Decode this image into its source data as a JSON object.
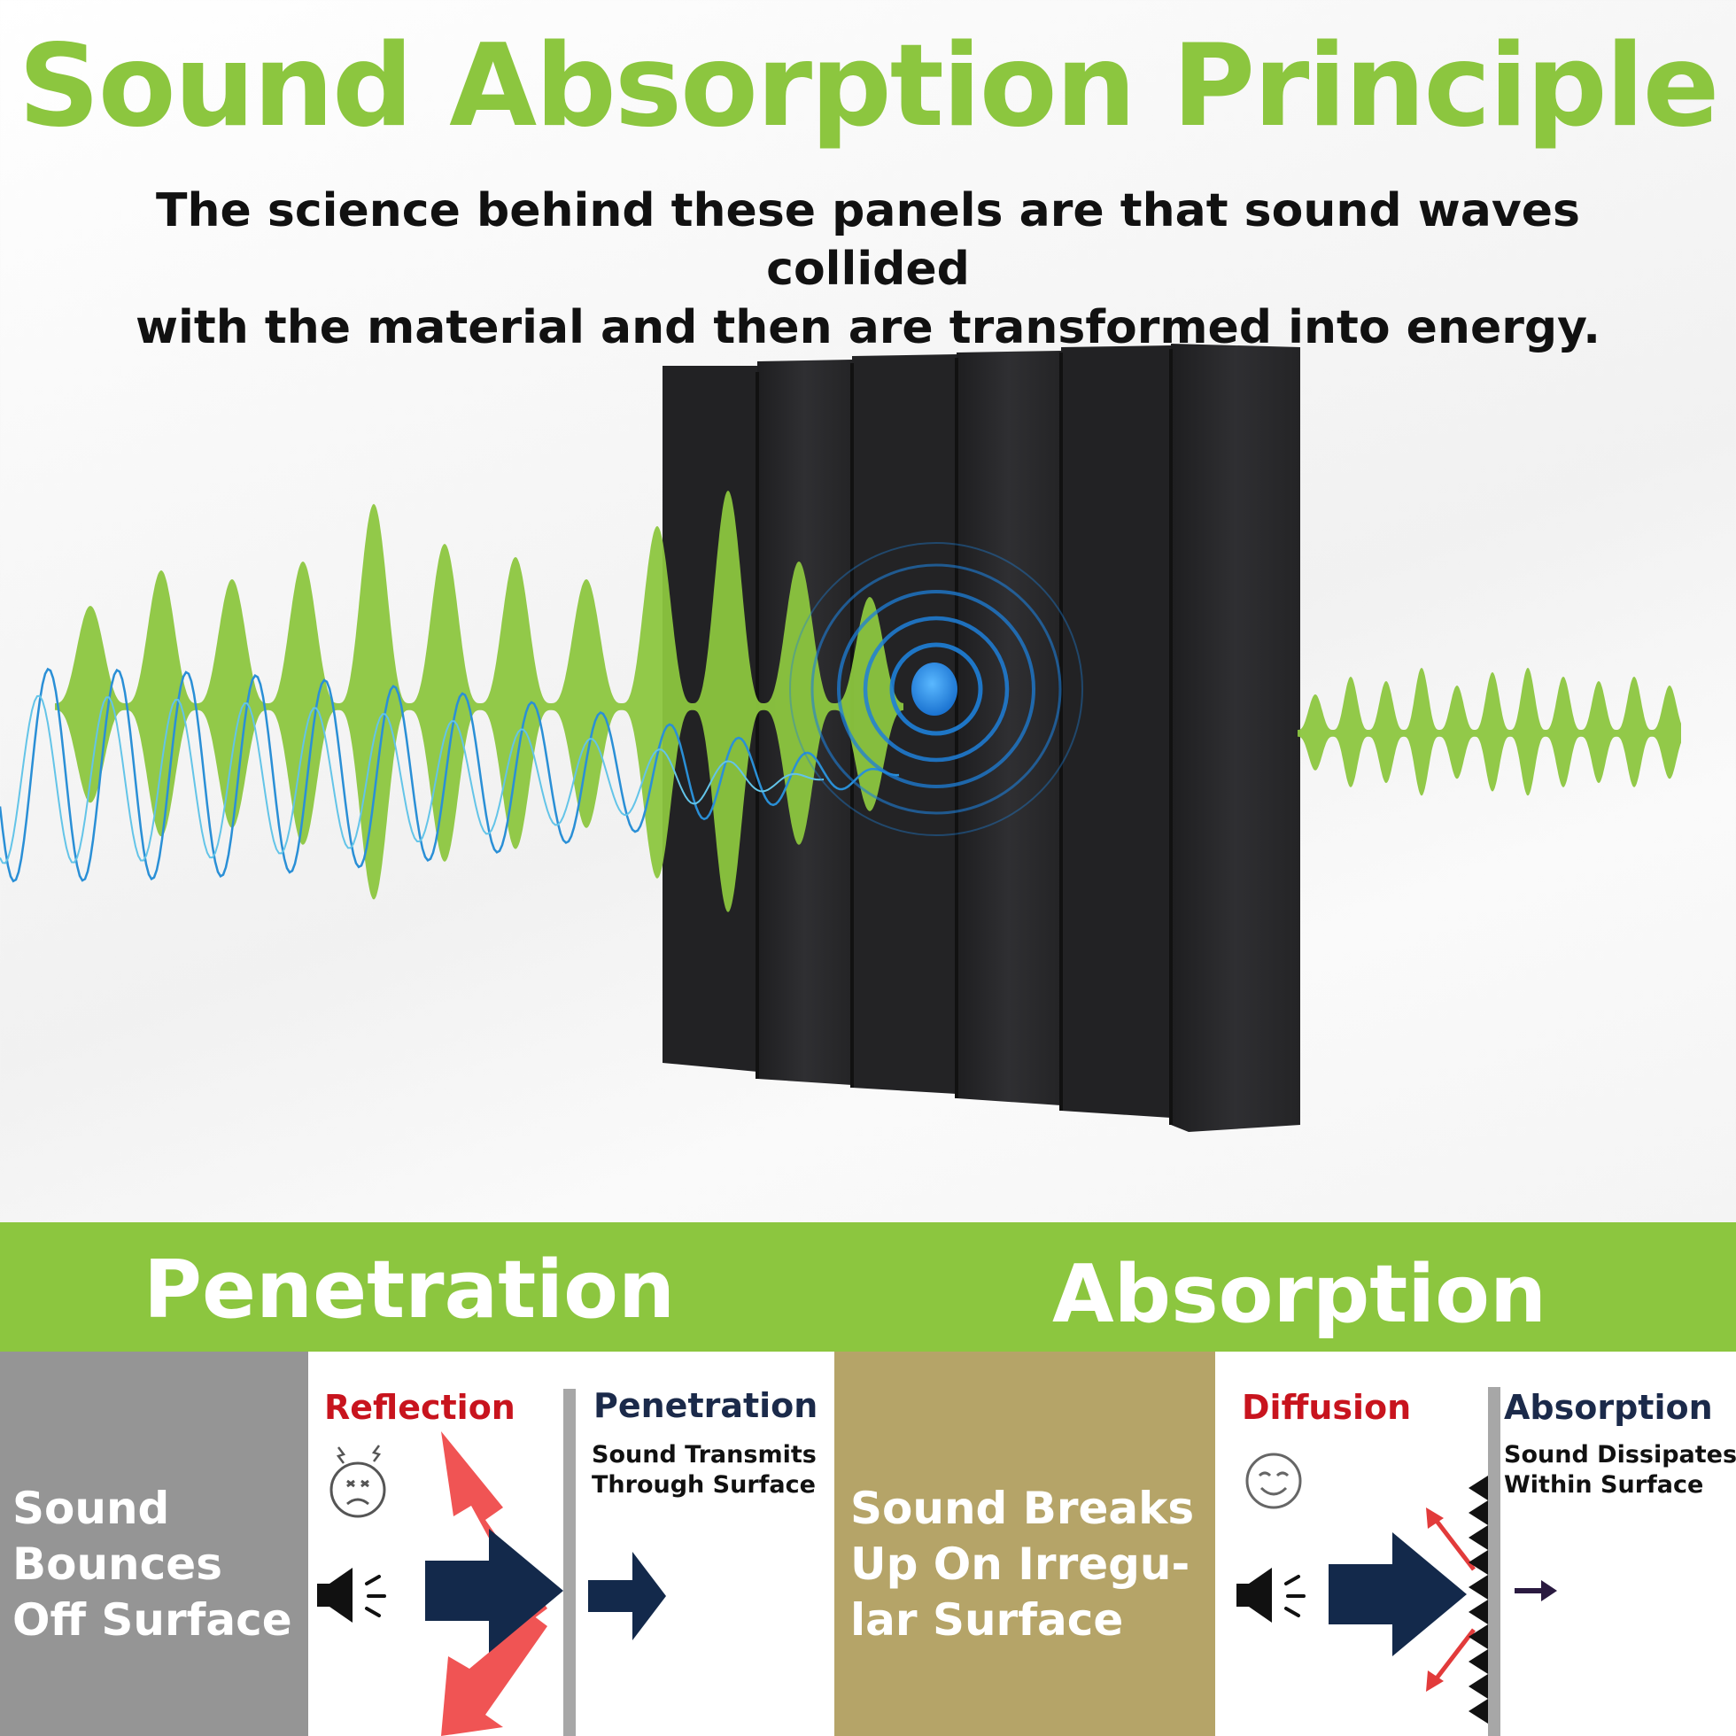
{
  "header": {
    "title": "Sound Absorption Principle",
    "subtitle_line1": "The science behind these panels are that sound waves collided",
    "subtitle_line2": "with the material and then are transformed into energy."
  },
  "band": {
    "left_label": "Penetration",
    "right_label": "Absorption"
  },
  "panels": {
    "bounce": {
      "line1": "Sound",
      "line2": "Bounces",
      "line3": "Off Surface"
    },
    "reflection": {
      "heading": "Reflection"
    },
    "penetration": {
      "heading": "Penetration",
      "line1": "Sound Transmits",
      "line2": "Through Surface"
    },
    "breaks": {
      "line1": "Sound Breaks",
      "line2": "Up On Irregu-",
      "line3": "lar Surface"
    },
    "diffusion": {
      "heading": "Diffusion"
    },
    "absorption": {
      "heading": "Absorption",
      "line1": "Sound Dissipates",
      "line2": "Within Surface"
    }
  },
  "colors": {
    "green": "#8cc63f",
    "grey_panel": "#959595",
    "tan_panel": "#b5a468",
    "red": "#c8141e",
    "navy": "#1b2a4a",
    "arrow_red": "#f05454",
    "arrow_navy": "#13294b",
    "foam": "#2a2a2c",
    "ripple_blue": "#1e7fd8"
  },
  "icons": [
    "angry-face-icon",
    "smile-face-icon",
    "speaker-icon",
    "arrow-right-icon",
    "arrow-reflect-icon"
  ]
}
